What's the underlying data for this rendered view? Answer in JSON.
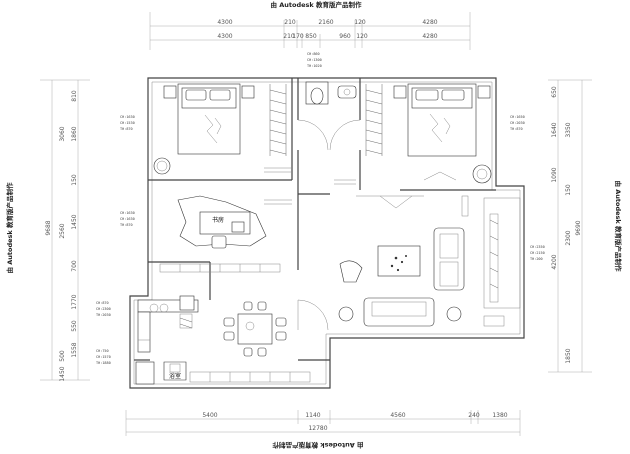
{
  "watermark": "由 Autodesk 教育版产品制作",
  "dims_top_row1": [
    "4300",
    "210",
    "2160",
    "120",
    "4280"
  ],
  "dims_top_row2": [
    "4300",
    "210",
    "170",
    "850",
    "960",
    "120",
    "4280"
  ],
  "dims_bottom": [
    "5400",
    "1140",
    "4560",
    "240",
    "1380"
  ],
  "dims_bottom_total": "12780",
  "dims_left": [
    "810",
    "3060",
    "1860",
    "150",
    "2560",
    "1450",
    "700",
    "1770",
    "550",
    "1558",
    "500",
    "1450"
  ],
  "dims_left_total": "9688",
  "dims_right": [
    "650",
    "1640",
    "3350",
    "1090",
    "150",
    "4200",
    "2300",
    "1850"
  ],
  "dims_right_total": "9690",
  "room_label_study": "书房",
  "room_label_bath": "浴室",
  "room_notes": {
    "bedroom_left": [
      "CH:1630",
      "CH:1530",
      "TH:870"
    ],
    "study_left": [
      "CH:1630",
      "CH:1630",
      "TH:870"
    ],
    "kitchen_left": [
      "CH:870",
      "CH:2300",
      "TH:2030"
    ],
    "bath_left": [
      "CH:750",
      "CH:1570",
      "TH:1880"
    ],
    "bedroom_right": [
      "CH:1650",
      "CH:2030",
      "TH:870"
    ],
    "living_right": [
      "CH:2350",
      "CH:2150",
      "TH:200"
    ],
    "wc_center": [
      "CH:860",
      "CH:1300",
      "TH:1020"
    ]
  }
}
